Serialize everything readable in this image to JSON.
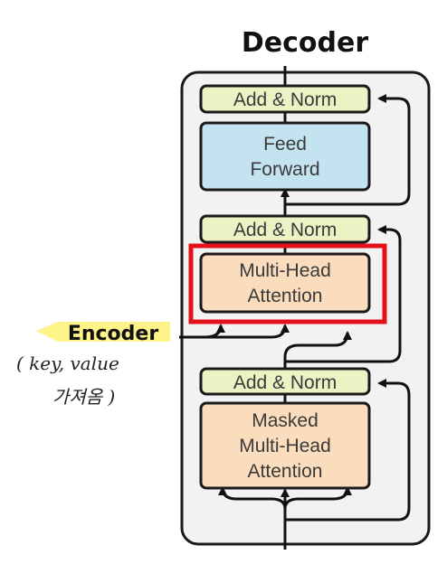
{
  "title": "Decoder",
  "blocks": {
    "add_norm_top": "Add & Norm",
    "feed_forward": [
      "Feed",
      "Forward"
    ],
    "add_norm_middle": "Add & Norm",
    "multi_head_attention": [
      "Multi-Head",
      "Attention"
    ],
    "add_norm_bottom": "Add & Norm",
    "masked_attention": [
      "Masked",
      "Multi-Head",
      "Attention"
    ]
  },
  "encoder_label": "Encoder",
  "handwritten_note": [
    "( key, value",
    "가져옴 )"
  ],
  "colors": {
    "add_norm_fill": "#ecf2c4",
    "feed_forward_fill": "#c4e3f1",
    "attention_fill": "#fbdcbd",
    "highlight": "#e4111a",
    "encoder_highlight": "#fff48a",
    "panel_fill": "#f2f2f2"
  }
}
